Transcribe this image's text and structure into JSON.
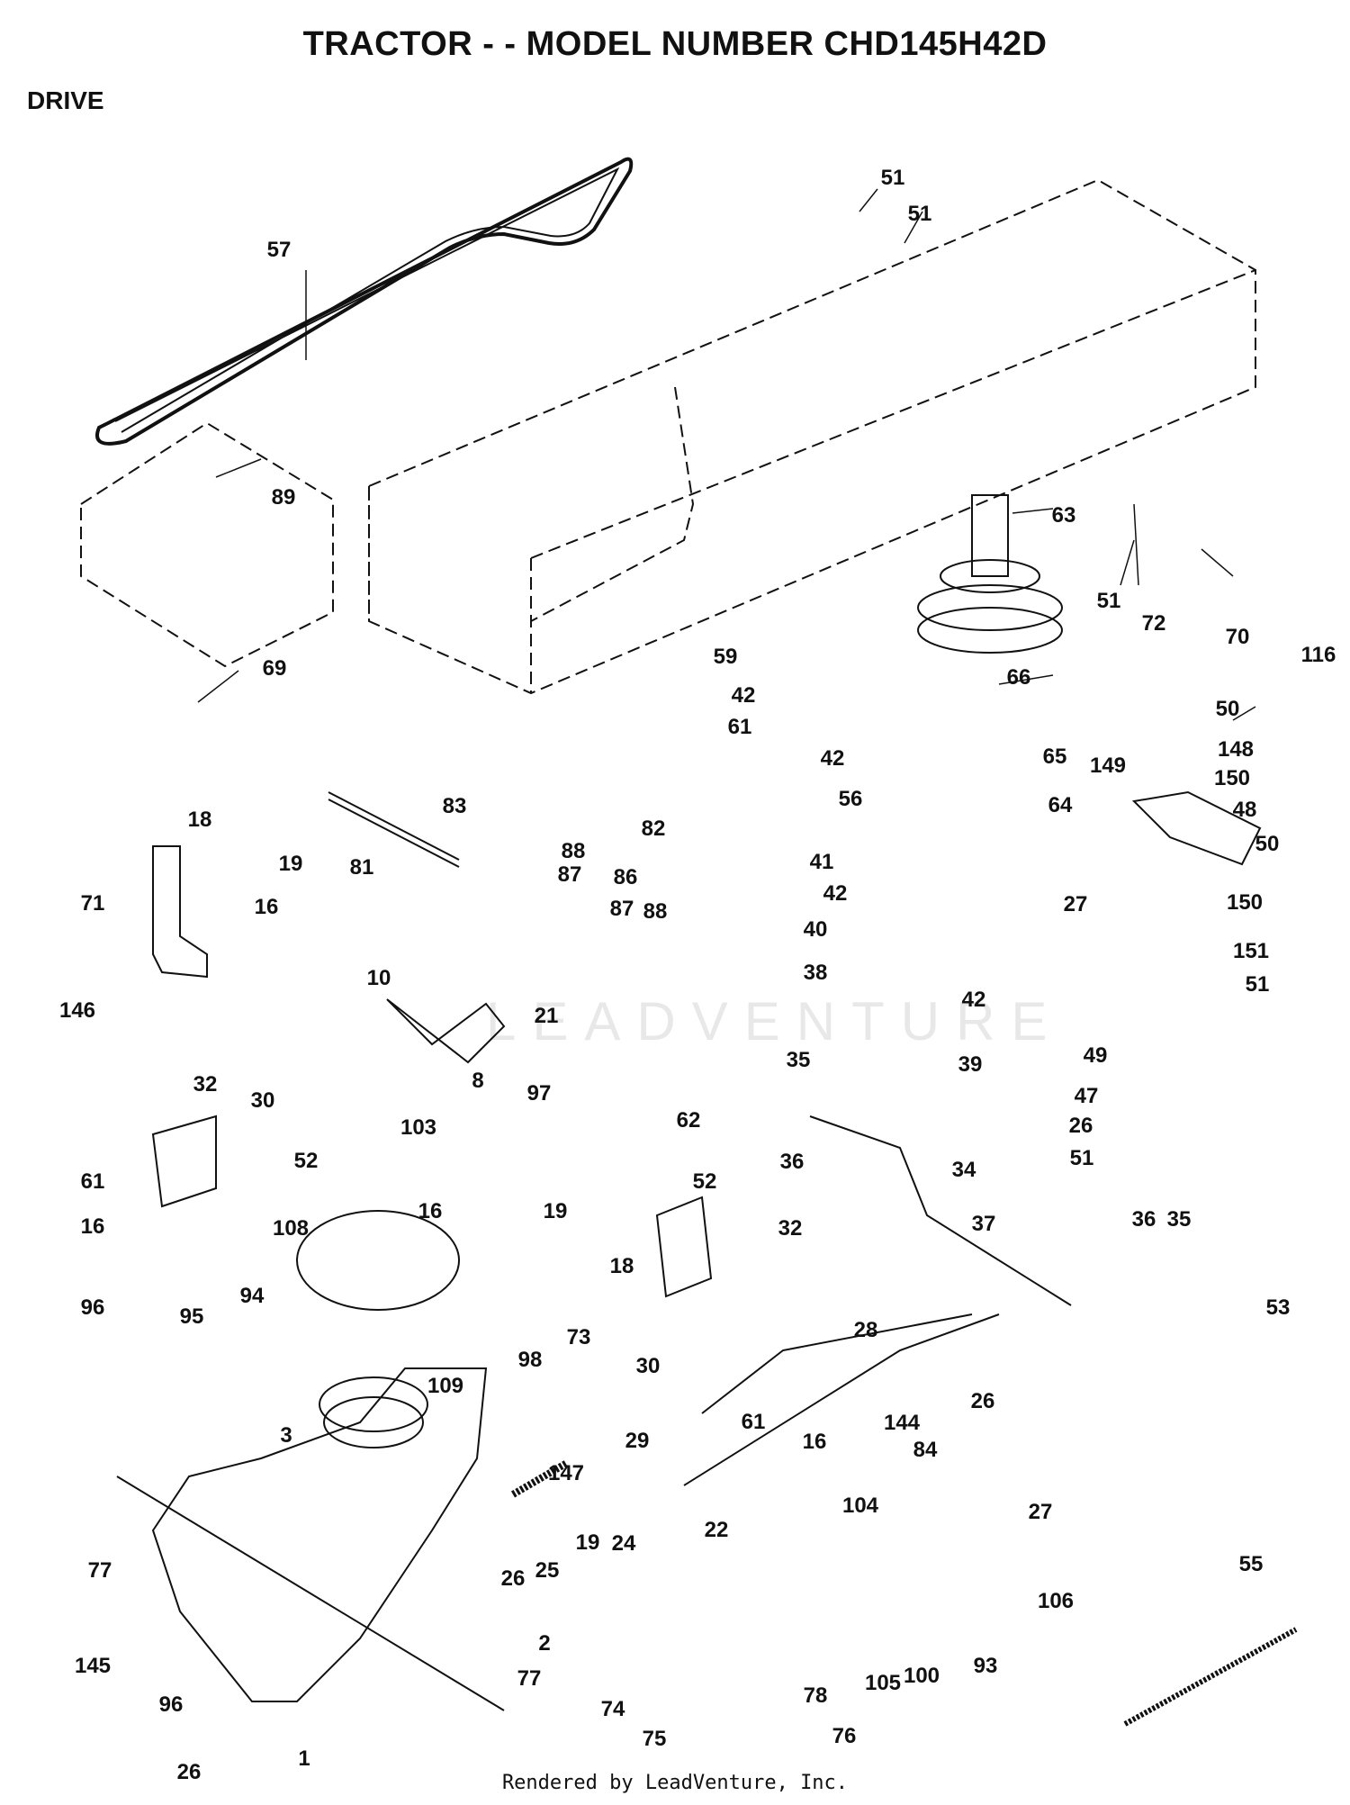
{
  "header": {
    "title": "TRACTOR - - MODEL NUMBER CHD145H42D",
    "section": "DRIVE"
  },
  "watermark": "LEADVENTURE",
  "footer": {
    "text": "Rendered by LeadVenture, Inc."
  },
  "callouts": [
    "57",
    "89",
    "69",
    "51",
    "51",
    "63",
    "51",
    "72",
    "70",
    "116",
    "59",
    "66",
    "42",
    "61",
    "42",
    "56",
    "65",
    "64",
    "50",
    "148",
    "149",
    "150",
    "48",
    "50",
    "41",
    "42",
    "40",
    "38",
    "42",
    "39",
    "27",
    "150",
    "151",
    "51",
    "18",
    "19",
    "71",
    "16",
    "146",
    "83",
    "82",
    "81",
    "88",
    "87",
    "86",
    "87",
    "88",
    "10",
    "21",
    "8",
    "49",
    "47",
    "26",
    "51",
    "32",
    "30",
    "52",
    "61",
    "16",
    "103",
    "108",
    "97",
    "16",
    "19",
    "18",
    "94",
    "73",
    "98",
    "109",
    "35",
    "62",
    "36",
    "34",
    "52",
    "32",
    "30",
    "61",
    "37",
    "36",
    "35",
    "53",
    "96",
    "95",
    "3",
    "28",
    "26",
    "27",
    "77",
    "145",
    "147",
    "24",
    "19",
    "25",
    "26",
    "29",
    "22",
    "16",
    "144",
    "84",
    "104",
    "106",
    "105",
    "100",
    "93",
    "55",
    "2",
    "96",
    "26",
    "1",
    "77",
    "74",
    "75",
    "78",
    "76"
  ]
}
